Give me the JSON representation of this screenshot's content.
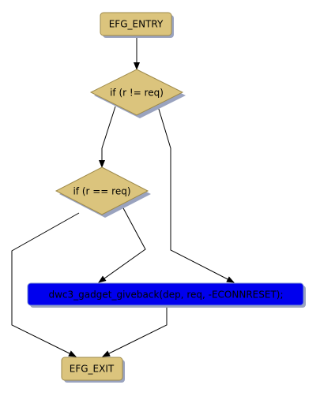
{
  "diagram": {
    "colors": {
      "node_fill": "#dbc47d",
      "node_stroke": "#9e8a4a",
      "shadow": "#9aa3bf",
      "action_fill": "#0000ee",
      "action_stroke": "#7a8fd0",
      "edge": "#000000",
      "text": "#000000"
    },
    "nodes": {
      "entry": {
        "label": "EFG_ENTRY",
        "shape": "rounded-rect"
      },
      "decision1": {
        "label": "if (r != req)",
        "shape": "diamond"
      },
      "decision2": {
        "label": "if (r == req)",
        "shape": "diamond"
      },
      "action": {
        "label": "dwc3_gadget_giveback(dep, req, -ECONNRESET);",
        "shape": "rounded-rect"
      },
      "exit": {
        "label": "EFG_EXIT",
        "shape": "rounded-rect"
      }
    },
    "edges": [
      {
        "from": "entry",
        "to": "decision1"
      },
      {
        "from": "decision1",
        "to": "decision2"
      },
      {
        "from": "decision1",
        "to": "action"
      },
      {
        "from": "decision2",
        "to": "action"
      },
      {
        "from": "decision2",
        "to": "exit"
      },
      {
        "from": "action",
        "to": "exit"
      }
    ]
  }
}
